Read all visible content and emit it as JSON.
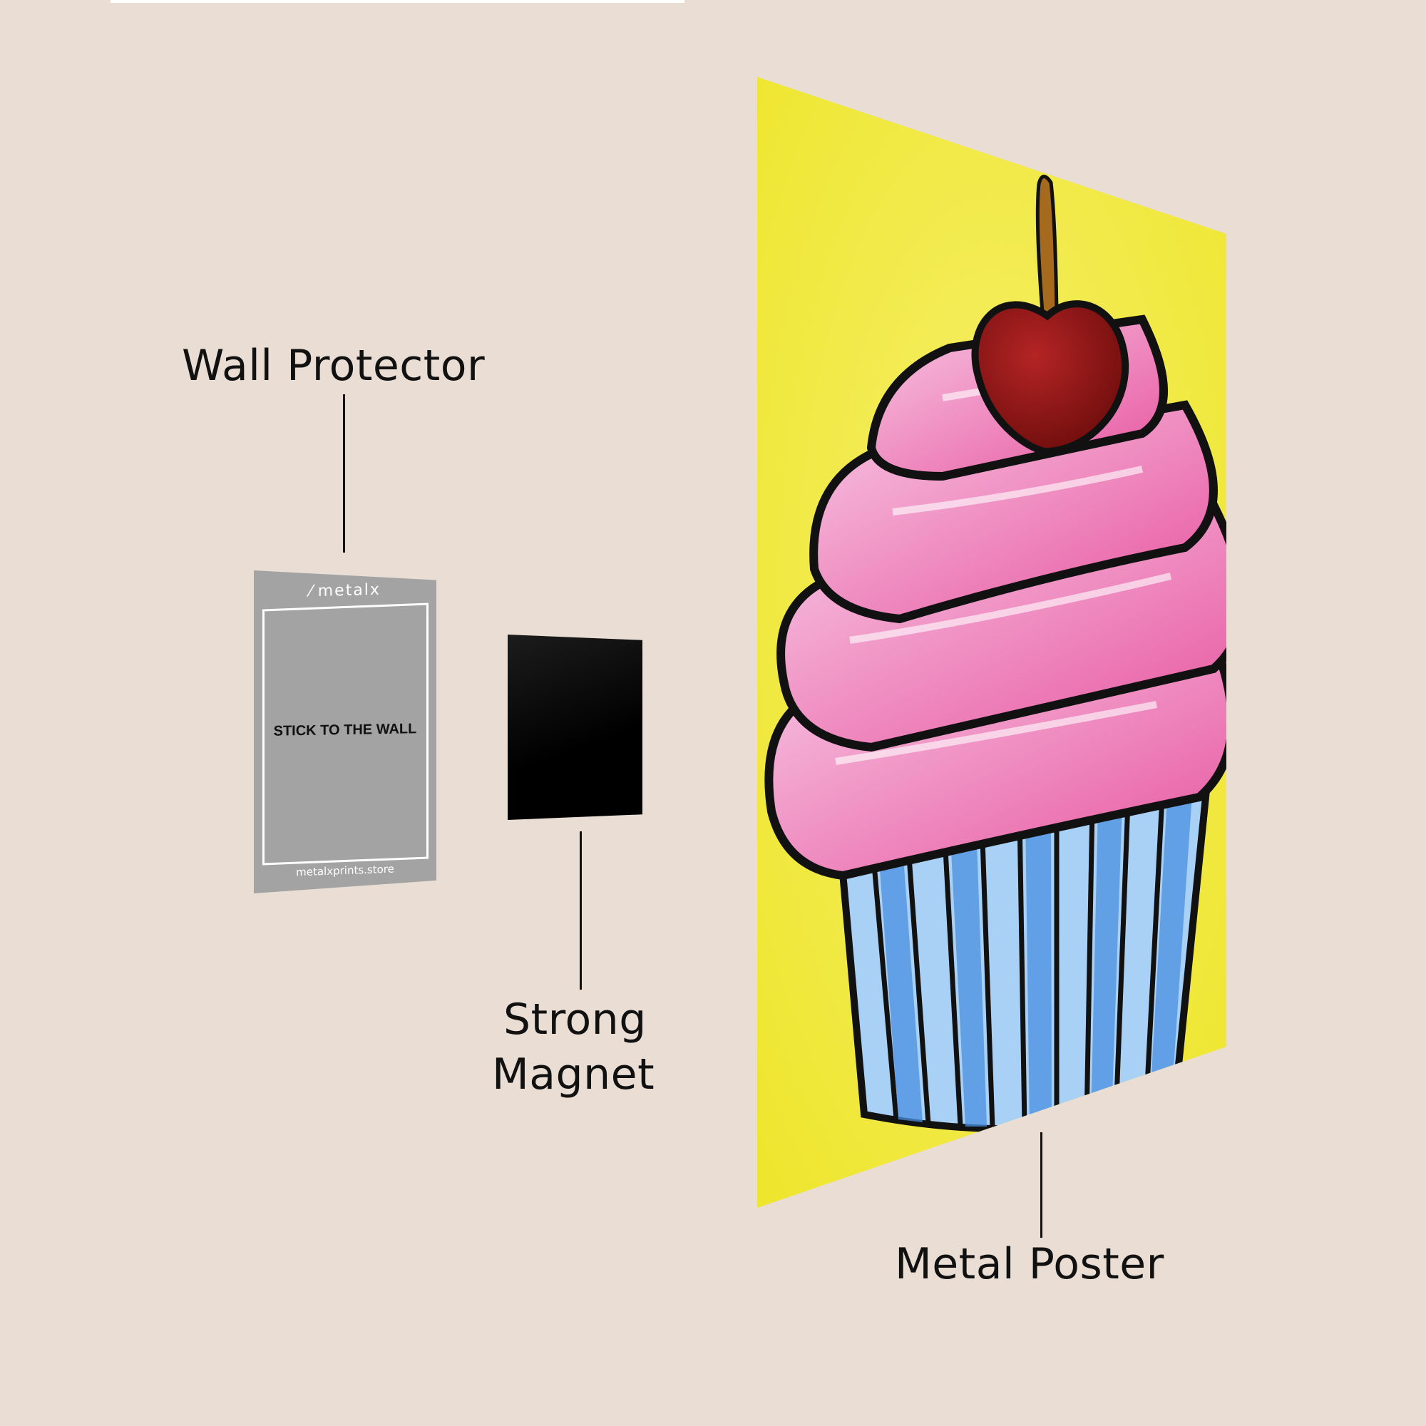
{
  "labels": {
    "wall_protector": "Wall Protector",
    "strong_magnet_line1": "Strong",
    "strong_magnet_line2": "Magnet",
    "metal_poster": "Metal Poster"
  },
  "wall_protector_card": {
    "brand": "metalx",
    "instruction": "STICK TO THE WALL",
    "website": "metalxprints.store"
  },
  "colors": {
    "background": "#e9ddd4",
    "poster_background": "#f2ea3c",
    "frosting": "#ef8fc4",
    "cherry": "#8e1414",
    "wrapper": "#5a9ee0",
    "protector": "#a3a3a3",
    "magnet": "#000000"
  }
}
